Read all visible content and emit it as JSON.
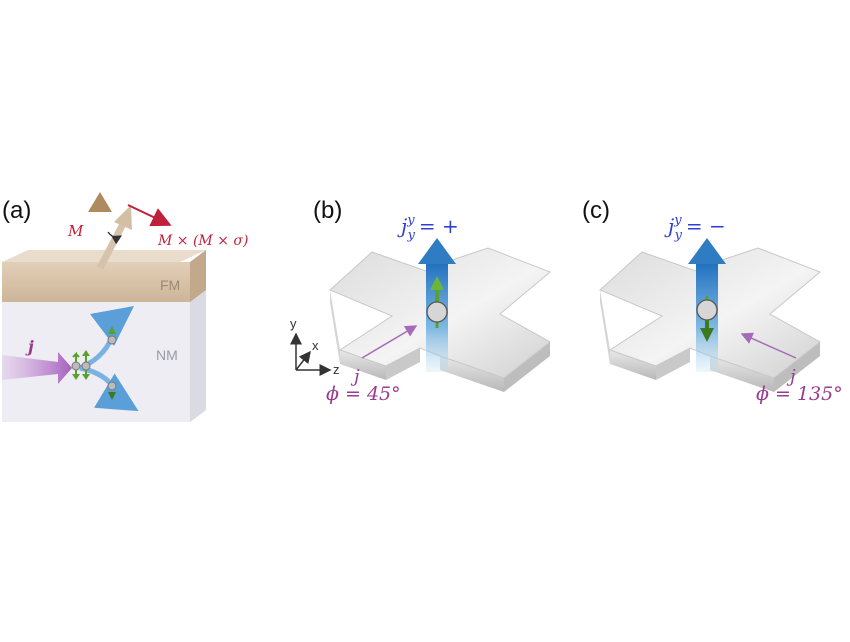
{
  "panels": {
    "a": {
      "label": "(a)",
      "m_label": "M",
      "torque_label": "M × (M × σ)",
      "fm_label": "FM",
      "nm_label": "NM",
      "current_label": "j"
    },
    "b": {
      "label": "(b)",
      "spin_current_label": "j",
      "spin_current_sup": "y",
      "spin_current_sub": "y",
      "spin_current_value": "= +",
      "current_label": "j",
      "angle_label": "ϕ = 45°",
      "axes": {
        "x": "x",
        "y": "y",
        "z": "z"
      }
    },
    "c": {
      "label": "(c)",
      "spin_current_label": "j",
      "spin_current_sup": "y",
      "spin_current_sub": "y",
      "spin_current_value": "= −",
      "current_label": "j",
      "angle_label": "ϕ = 135°"
    }
  },
  "colors": {
    "magenta": "#9b3a8e",
    "red_arrow": "#c0213a",
    "blue_arrow": "#2f7cc2",
    "spin_current_text": "#2f3fd4",
    "green_spin": "#5aa02c",
    "fm_layer": "#d9c4ab",
    "nm_layer": "#ececf2",
    "gold_arrow": "#b79063"
  }
}
